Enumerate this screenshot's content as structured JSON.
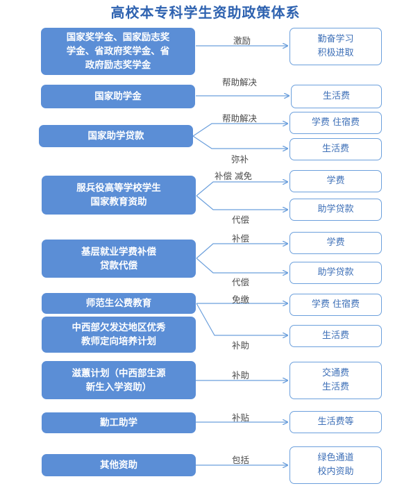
{
  "title": "高校本专科学生资助政策体系",
  "left_boxes": [
    {
      "id": "l1",
      "text": "国家奖学金、国家励志奖\n学金、省政府奖学金、省\n政府励志奖学金"
    },
    {
      "id": "l2",
      "text": "国家助学金"
    },
    {
      "id": "l3",
      "text": "国家助学贷款"
    },
    {
      "id": "l4",
      "text": "服兵役高等学校学生\n国家教育资助"
    },
    {
      "id": "l5",
      "text": "基层就业学费补偿\n贷款代偿"
    },
    {
      "id": "l6",
      "text": "师范生公费教育"
    },
    {
      "id": "l7",
      "text": "中西部欠发达地区优秀\n教师定向培养计划"
    },
    {
      "id": "l8",
      "text": "滋蕙计划（中西部生源\n新生入学资助）"
    },
    {
      "id": "l9",
      "text": "勤工助学"
    },
    {
      "id": "l10",
      "text": "其他资助"
    }
  ],
  "right_boxes": [
    {
      "id": "r1",
      "text": "勤奋学习\n积极进取"
    },
    {
      "id": "r2",
      "text": "生活费"
    },
    {
      "id": "r3",
      "text": "学费  住宿费"
    },
    {
      "id": "r4",
      "text": "生活费"
    },
    {
      "id": "r5",
      "text": "学费"
    },
    {
      "id": "r6",
      "text": "助学贷款"
    },
    {
      "id": "r7",
      "text": "学费"
    },
    {
      "id": "r8",
      "text": "助学贷款"
    },
    {
      "id": "r9",
      "text": "学费  住宿费"
    },
    {
      "id": "r10",
      "text": "生活费"
    },
    {
      "id": "r11",
      "text": "交通费\n生活费"
    },
    {
      "id": "r12",
      "text": "生活费等"
    },
    {
      "id": "r13",
      "text": "绿色通道\n校内资助"
    }
  ],
  "edge_labels": [
    {
      "id": "e1",
      "text": "激励"
    },
    {
      "id": "e2",
      "text": "帮助解决"
    },
    {
      "id": "e3",
      "text": "帮助解决"
    },
    {
      "id": "e4",
      "text": "弥补"
    },
    {
      "id": "e5",
      "text": "补偿  减免"
    },
    {
      "id": "e6",
      "text": "代偿"
    },
    {
      "id": "e7",
      "text": "补偿"
    },
    {
      "id": "e8",
      "text": "代偿"
    },
    {
      "id": "e9",
      "text": "免缴"
    },
    {
      "id": "e10",
      "text": "补助"
    },
    {
      "id": "e11",
      "text": "补助"
    },
    {
      "id": "e12",
      "text": "补贴"
    },
    {
      "id": "e13",
      "text": "包括"
    }
  ],
  "colors": {
    "accent": "#5b8ed6",
    "title": "#2e62b0",
    "line": "#6b9fdc"
  }
}
